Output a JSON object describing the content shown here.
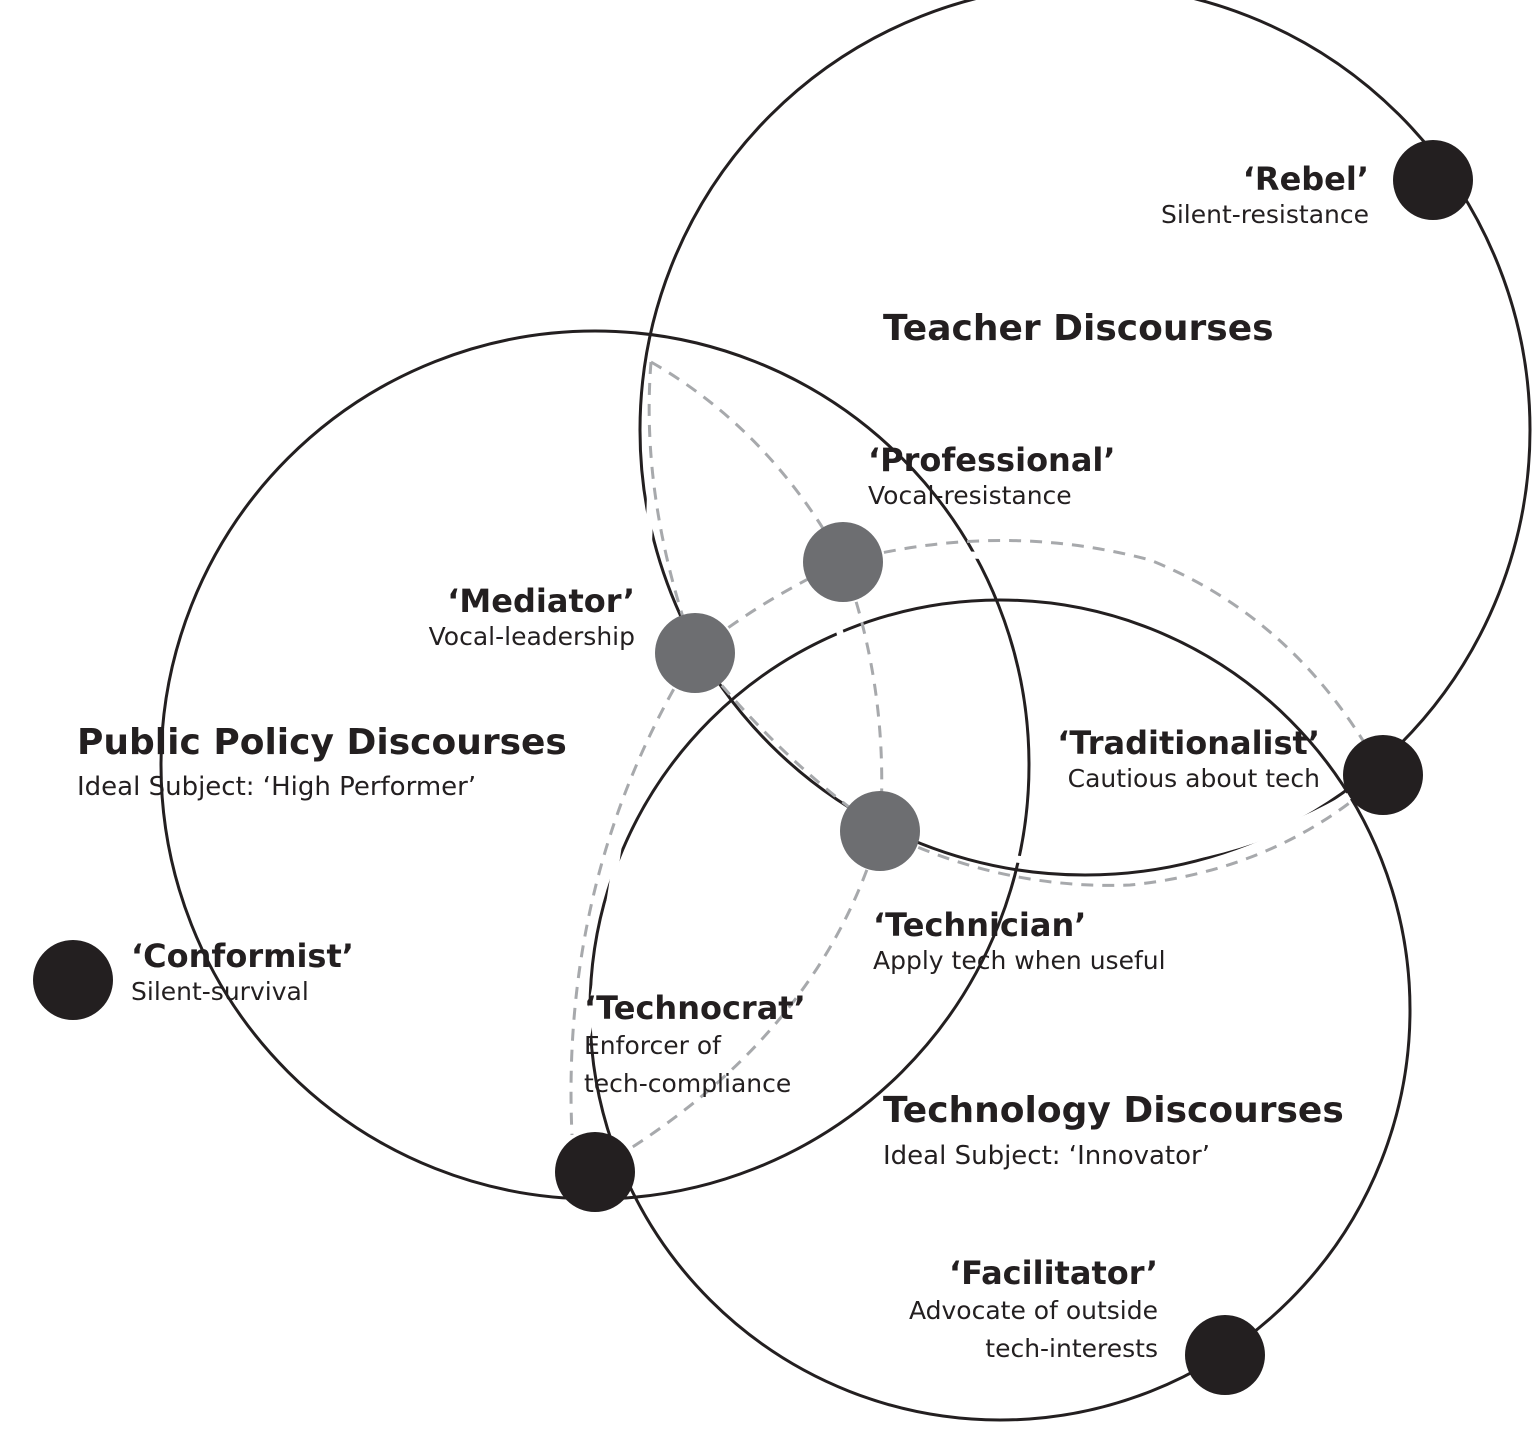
{
  "colors": {
    "outer_node": "#231f20",
    "inner_node": "#6d6e71",
    "dashed_line": "#a7a9ac",
    "circle_stroke": "#231f20",
    "text": "#231f20"
  },
  "discourses": {
    "teacher": {
      "title": "Teacher Discourses"
    },
    "public_policy": {
      "title": "Public Policy Discourses",
      "subtitle": "Ideal Subject: ‘High Performer’"
    },
    "technology": {
      "title": "Technology Discourses",
      "subtitle": "Ideal Subject: ‘Innovator’"
    }
  },
  "roles": {
    "rebel": {
      "name": "‘Rebel’",
      "desc": "Silent-resistance"
    },
    "professional": {
      "name": "‘Professional’",
      "desc": "Vocal-resistance"
    },
    "mediator": {
      "name": "‘Mediator’",
      "desc": "Vocal-leadership"
    },
    "traditionalist": {
      "name": "‘Traditionalist’",
      "desc": "Cautious about tech"
    },
    "technician": {
      "name": "‘Technician’",
      "desc": "Apply tech when useful"
    },
    "conformist": {
      "name": "‘Conformist’",
      "desc": "Silent-survival"
    },
    "technocrat": {
      "name": "‘Technocrat’",
      "desc_line1": "Enforcer of",
      "desc_line2": "tech-compliance"
    },
    "facilitator": {
      "name": "‘Facilitator’",
      "desc_line1": "Advocate of outside",
      "desc_line2": "tech-interests"
    }
  }
}
